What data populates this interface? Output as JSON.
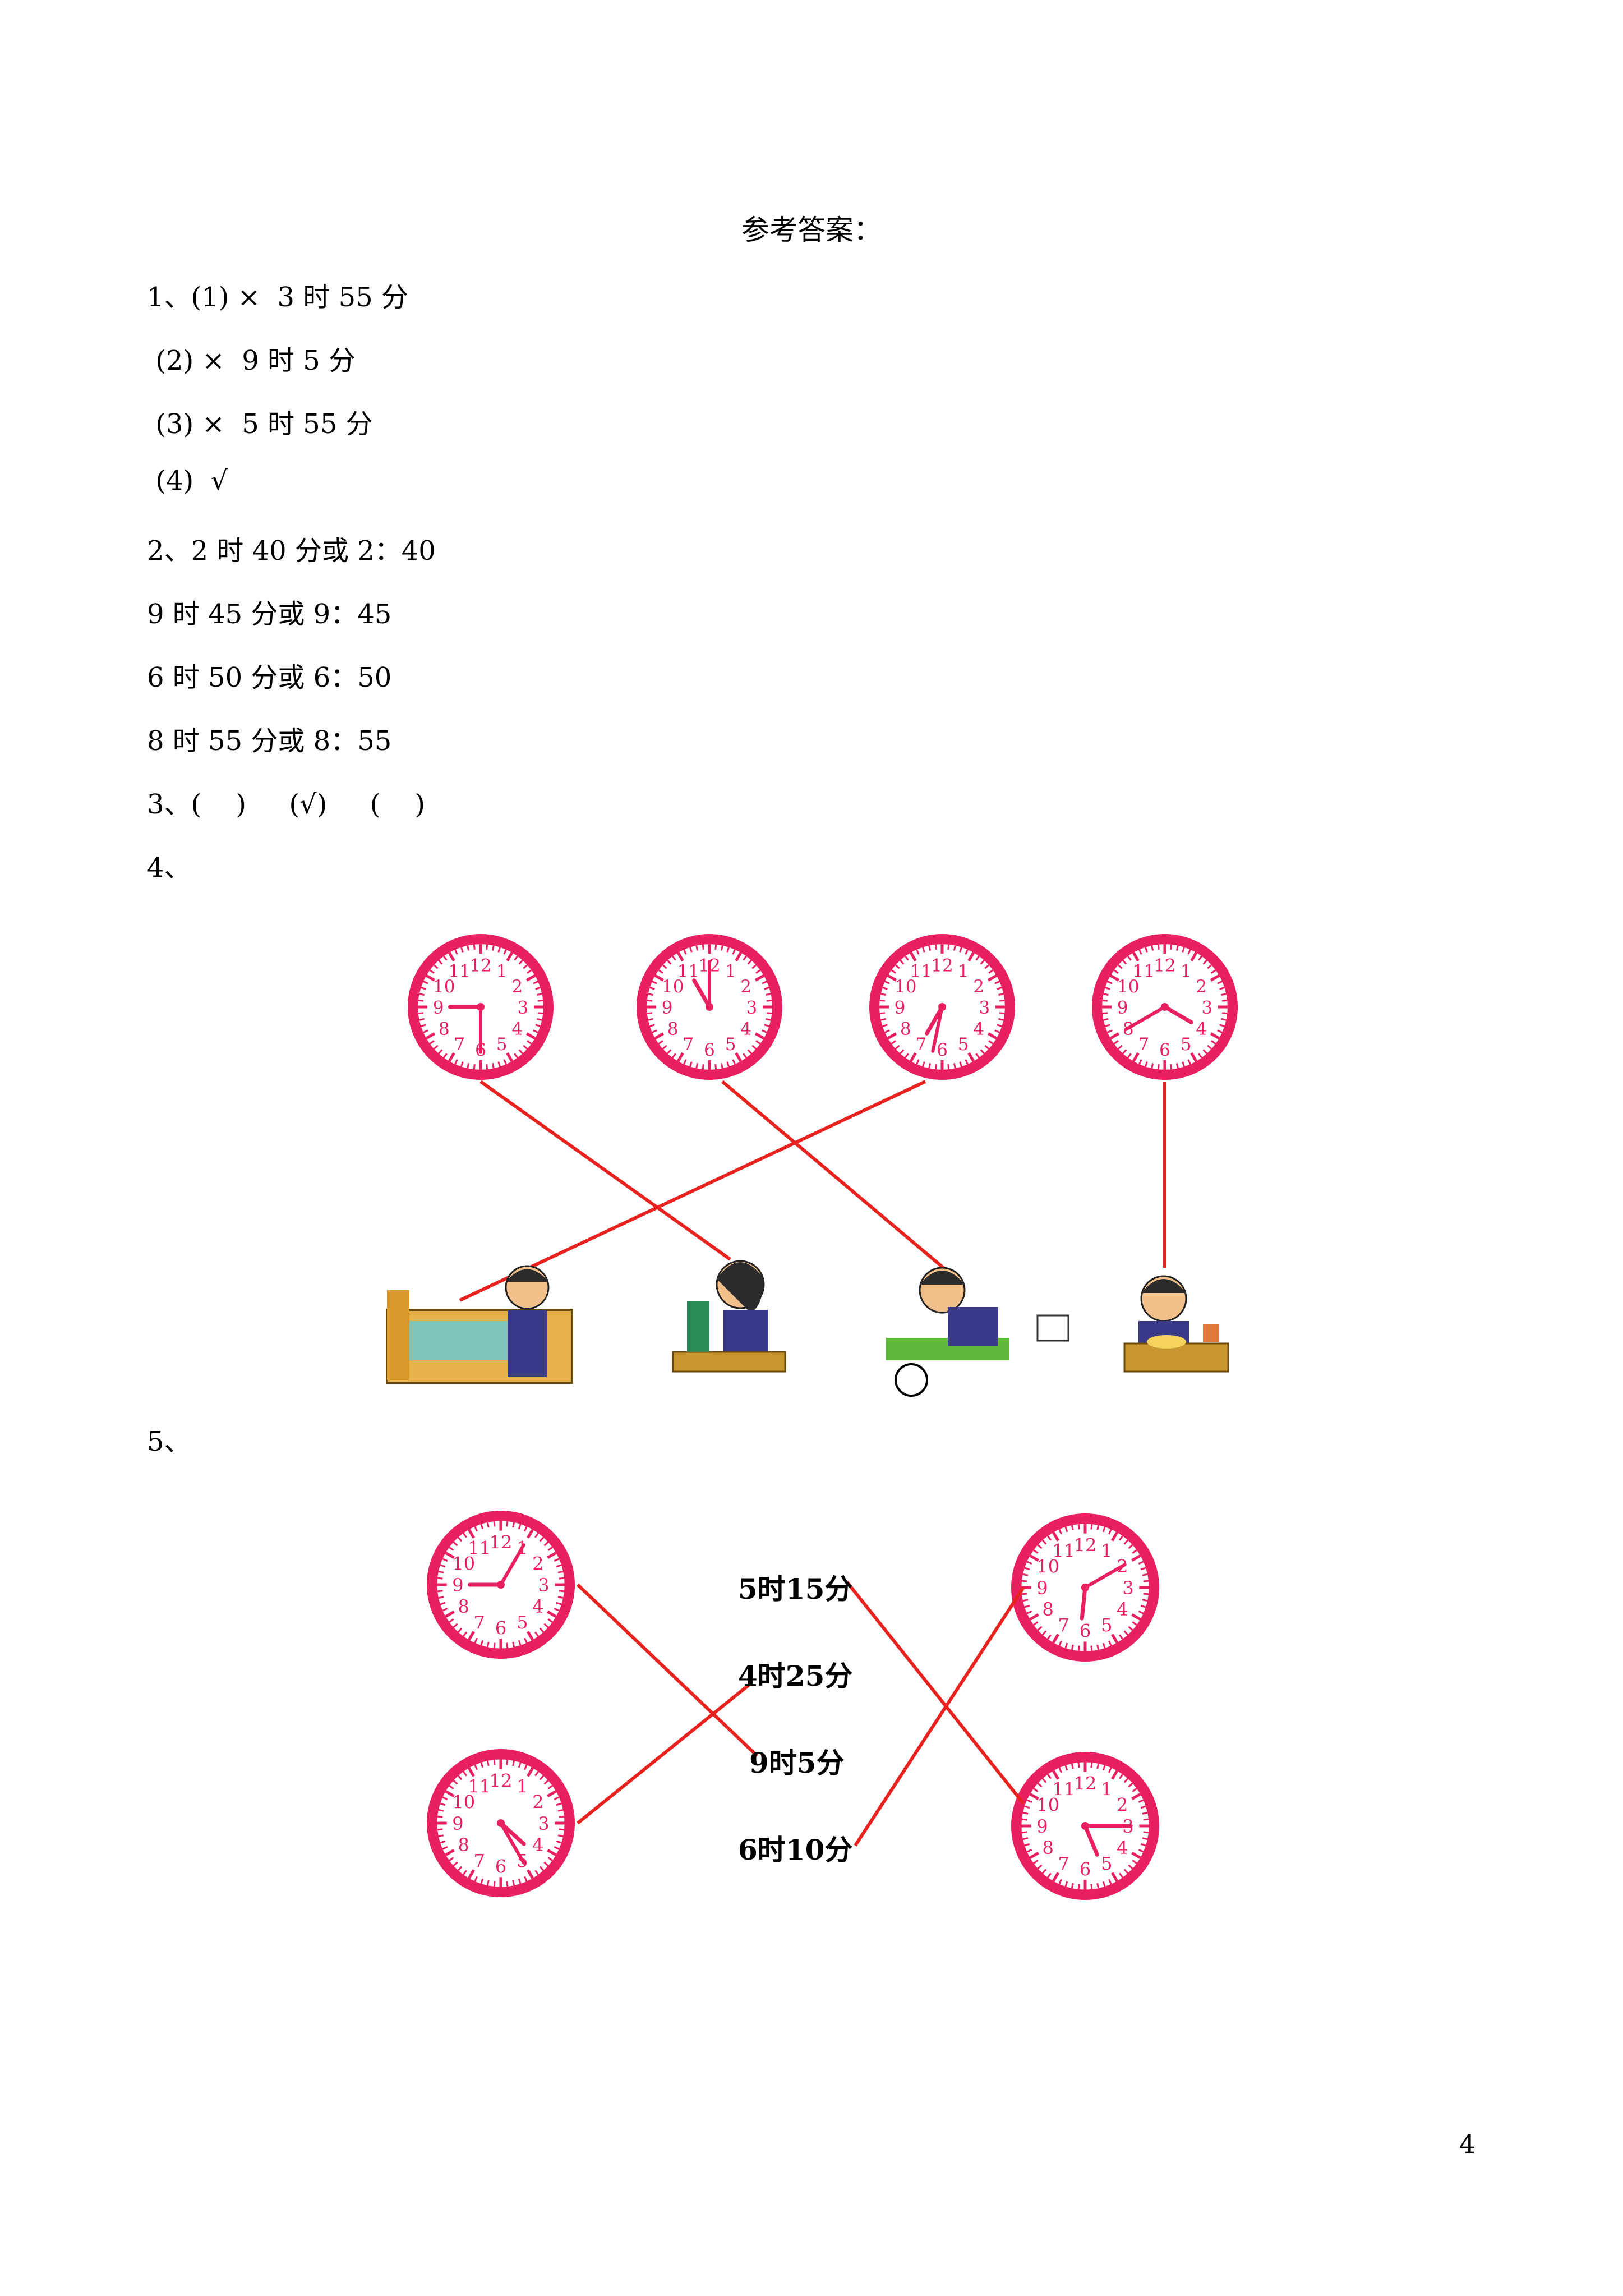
{
  "title": "参考答案：",
  "lines": [
    "1、(1) ×  3 时 55 分",
    " (2) ×  9 时 5 分",
    " (3) ×  5 时 55 分",
    " (4)  √",
    "2、2 时 40 分或 2：40",
    "9 时 45 分或 9：45",
    "6 时 50 分或 6：50",
    "8 时 55 分或 8：55",
    "3、(    )     (√)     (    )",
    "4、",
    "5、"
  ],
  "q5_labels": [
    "5时15分",
    "4时25分",
    "9时5分",
    "6时10分"
  ],
  "page_number": "4",
  "colors": {
    "clock": "#e8205f",
    "line": "#e8231f",
    "text": "#000000"
  }
}
